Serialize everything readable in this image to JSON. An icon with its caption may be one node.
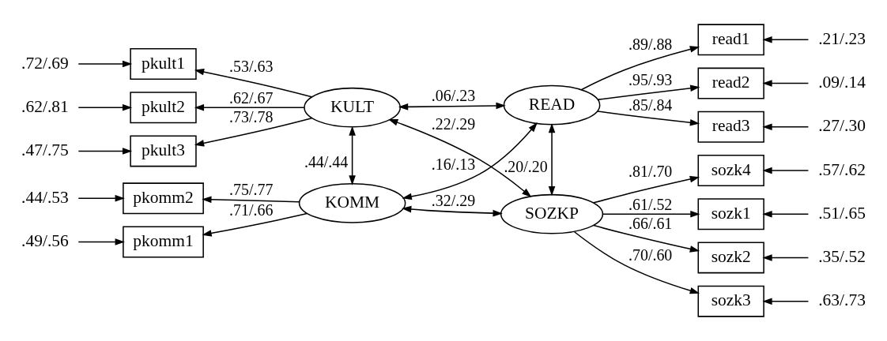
{
  "diagram": {
    "nodes": [
      {
        "text": [
          "pkult1"
        ]
      },
      {
        "text": [
          "pkult2"
        ]
      },
      {
        "text": [
          "pkult3"
        ]
      },
      {
        "text": [
          "KULT"
        ]
      },
      {
        "text": [
          "READ"
        ]
      },
      {
        "text": [
          "read1"
        ]
      },
      {
        "text": [
          "read2"
        ]
      },
      {
        "text": [
          "read3"
        ]
      },
      {
        "text": [
          "pkomm1"
        ]
      },
      {
        "text": [
          "pkomm2"
        ]
      },
      {
        "text": [
          "KOMM"
        ]
      },
      {
        "text": [
          "SOZKP"
        ]
      },
      {
        "text": [
          "sozk1"
        ]
      },
      {
        "text": [
          "sozk2"
        ]
      },
      {
        "text": [
          "sozk3"
        ]
      },
      {
        "text": [
          "sozk4"
        ]
      },
      {
        "text": [
          ".72/.69"
        ]
      },
      {
        "text": [
          ".62/.81"
        ]
      },
      {
        "text": [
          ".47/.75"
        ]
      },
      {
        "text": [
          ".21/.23"
        ]
      },
      {
        "text": [
          ".09/.14"
        ]
      },
      {
        "text": [
          ".27/.30"
        ]
      },
      {
        "text": [
          ".49/.56"
        ]
      },
      {
        "text": [
          ".44/.53"
        ]
      },
      {
        "text": [
          ".51/.65"
        ]
      },
      {
        "text": [
          ".35/.52"
        ]
      },
      {
        "text": [
          ".63/.73"
        ]
      },
      {
        "text": [
          ".57/.62"
        ]
      }
    ],
    "edges": [
      {
        "from": 16,
        "to": 0,
        "arrow": "to"
      },
      {
        "from": 17,
        "to": 1,
        "arrow": "to"
      },
      {
        "from": 18,
        "to": 2,
        "arrow": "to"
      },
      {
        "from": 3,
        "to": 0,
        "arrow": "to",
        "label": ".53/.63"
      },
      {
        "from": 3,
        "to": 1,
        "arrow": "to",
        "label": ".62/.67"
      },
      {
        "from": 3,
        "to": 2,
        "arrow": "to",
        "label": ".73/.78"
      },
      {
        "from": 3,
        "to": 4,
        "arrow": "both",
        "label": ".06/.23"
      },
      {
        "from": 4,
        "to": 5,
        "arrow": "to",
        "label": ".89/.88"
      },
      {
        "from": 4,
        "to": 6,
        "arrow": "to",
        "label": ".95/.93"
      },
      {
        "from": 4,
        "to": 7,
        "arrow": "to",
        "label": ".85/.84"
      },
      {
        "from": 19,
        "to": 5,
        "arrow": "to"
      },
      {
        "from": 20,
        "to": 6,
        "arrow": "to"
      },
      {
        "from": 21,
        "to": 7,
        "arrow": "to"
      },
      {
        "from": 3,
        "to": 10,
        "arrow": "both",
        "label": ".44/.44"
      },
      {
        "from": 3,
        "to": 11,
        "arrow": "both",
        "label": ".22/.29"
      },
      {
        "from": 4,
        "to": 10,
        "arrow": "both",
        "label": ".16/.13"
      },
      {
        "from": 4,
        "to": 11,
        "arrow": "both",
        "label": ".20/.20"
      },
      {
        "from": 22,
        "to": 8,
        "arrow": "to"
      },
      {
        "from": 23,
        "to": 9,
        "arrow": "to"
      },
      {
        "from": 10,
        "to": 8,
        "arrow": "to",
        "label": ".71/.66"
      },
      {
        "from": 10,
        "to": 9,
        "arrow": "to",
        "label": ".75/.77"
      },
      {
        "from": 10,
        "to": 11,
        "arrow": "both",
        "label": ".32/.29"
      },
      {
        "from": 11,
        "to": 12,
        "arrow": "to",
        "label": ".61/.52"
      },
      {
        "from": 11,
        "to": 13,
        "arrow": "to",
        "label": ".66/.61"
      },
      {
        "from": 11,
        "to": 14,
        "arrow": "to",
        "label": ".70/.60"
      },
      {
        "from": 11,
        "to": 15,
        "arrow": "to",
        "label": ".81/.70"
      },
      {
        "from": 24,
        "to": 12,
        "arrow": "to"
      },
      {
        "from": 25,
        "to": 13,
        "arrow": "to"
      },
      {
        "from": 26,
        "to": 14,
        "arrow": "to"
      },
      {
        "from": 27,
        "to": 15,
        "arrow": "to"
      }
    ]
  }
}
